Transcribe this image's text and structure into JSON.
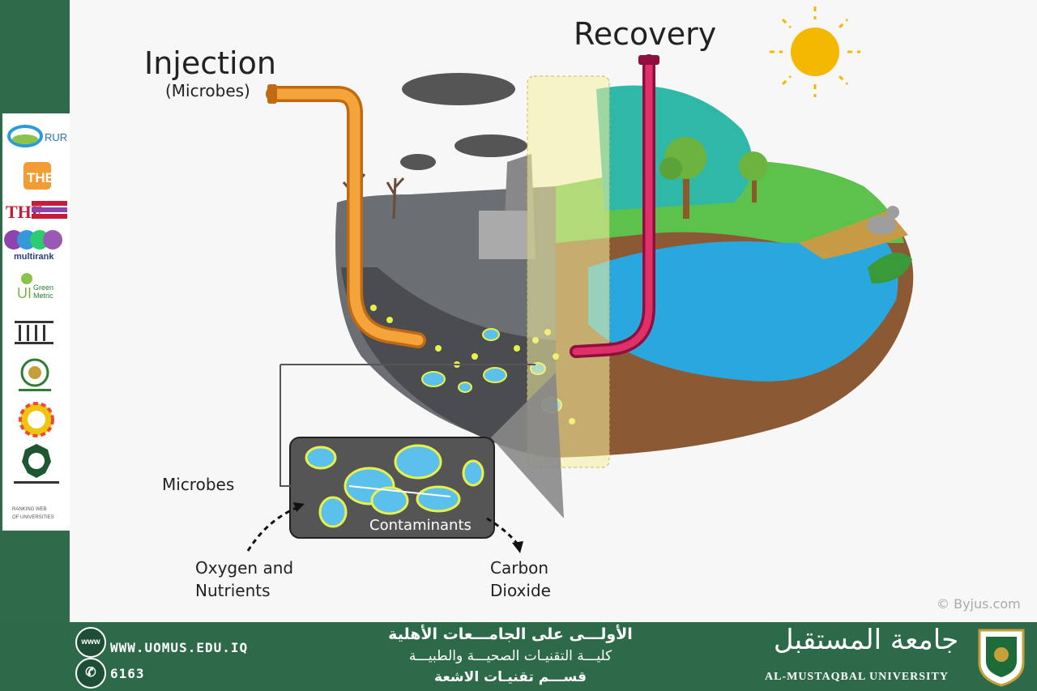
{
  "diagram": {
    "injection_title": "Injection",
    "injection_sub": "(Microbes)",
    "recovery_title": "Recovery",
    "microbes_label": "Microbes",
    "contaminants_label": "Contaminants",
    "oxygen_label_line1": "Oxygen and",
    "oxygen_label_line2": "Nutrients",
    "co2_label_line1": "Carbon",
    "co2_label_line2": "Dioxide",
    "credit": "© Byjus.com"
  },
  "sidebar_logos": [
    "RUR",
    "THE",
    "THE UNIVERSITY IMPACT RANKINGS",
    "multirank",
    "Green Metric",
    "RANKING WEB OF UNIVERSITIES"
  ],
  "footer": {
    "website": "WWW.UOMUS.EDU.IQ",
    "phone": "6163",
    "www_icon": "www",
    "arabic_line1": "الأولـــى على الجامـــعات الأهلية",
    "arabic_line2": "كليـــة التقنيـات الصحيـــة والطبيـــة",
    "arabic_line3": "قســـم تقنيـات الاشعة",
    "uni_arabic": "جامعة المستقبل",
    "uni_english": "AL-MUSTAQBAL UNIVERSITY"
  }
}
